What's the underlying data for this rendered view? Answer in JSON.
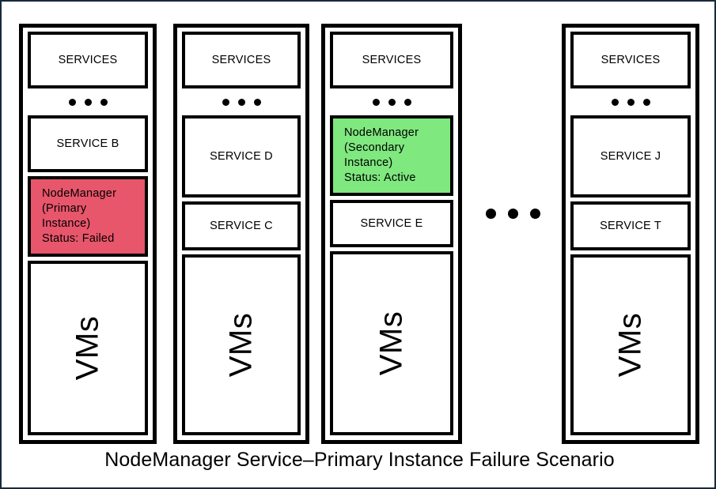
{
  "figure": {
    "caption": "NodeManager Service–Primary Instance Failure Scenario",
    "frame_color": "#18293b",
    "background": "#ffffff",
    "border_color": "#000000"
  },
  "colors": {
    "failed": "#e8566b",
    "active": "#7fe87f",
    "text": "#000000"
  },
  "legend_glyphs": {
    "vertical_ellipsis": "•••",
    "horizontal_ellipsis": "•••"
  },
  "racks": [
    {
      "id": "rack-1",
      "services_header": "SERVICES",
      "boxes": [
        {
          "label": "SERVICE B",
          "state": "normal"
        },
        {
          "state": "failed",
          "lines": [
            "NodeManager",
            "(Primary",
            "Instance)",
            "Status: Failed"
          ],
          "service": "NodeManager",
          "instance": "Primary Instance",
          "status": "Failed"
        }
      ],
      "vms_label": "VMs"
    },
    {
      "id": "rack-2",
      "services_header": "SERVICES",
      "boxes": [
        {
          "label": "SERVICE D",
          "state": "normal"
        },
        {
          "label": "SERVICE C",
          "state": "normal"
        }
      ],
      "vms_label": "VMs"
    },
    {
      "id": "rack-3",
      "services_header": "SERVICES",
      "boxes": [
        {
          "state": "active",
          "lines": [
            "NodeManager",
            "(Secondary",
            "Instance)",
            "Status: Active"
          ],
          "service": "NodeManager",
          "instance": "Secondary Instance",
          "status": "Active"
        },
        {
          "label": "SERVICE E",
          "state": "normal"
        }
      ],
      "vms_label": "VMs"
    },
    {
      "id": "rack-4",
      "services_header": "SERVICES",
      "boxes": [
        {
          "label": "SERVICE J",
          "state": "normal"
        },
        {
          "label": "SERVICE T",
          "state": "normal"
        }
      ],
      "vms_label": "VMs"
    }
  ]
}
